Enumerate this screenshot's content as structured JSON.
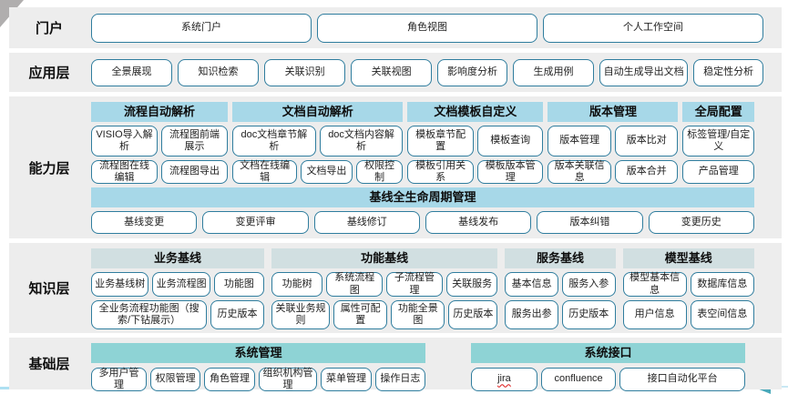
{
  "colors": {
    "band_bg": "#ededed",
    "header_blue": "#a7d8e8",
    "header_pale": "#d1dfe1",
    "header_teal": "#8ed3d5",
    "button_border": "#2f7d9e",
    "arrow": "#4aa9ba"
  },
  "portal": {
    "label": "门户",
    "items": [
      "系统门户",
      "角色视图",
      "个人工作空间"
    ]
  },
  "app": {
    "label": "应用层",
    "items": [
      "全景展现",
      "知识检索",
      "关联识别",
      "关联视图",
      "影响度分析",
      "生成用例",
      "自动生成导出文档",
      "稳定性分析"
    ]
  },
  "capability": {
    "label": "能力层",
    "groups": [
      {
        "title": "流程自动解析",
        "rows": [
          [
            "VISIO导入解析",
            "流程图前端展示"
          ],
          [
            "流程图在线编辑",
            "流程图导出"
          ]
        ]
      },
      {
        "title": "文档自动解析",
        "rows": [
          [
            "doc文档章节解析",
            "doc文档内容解析"
          ],
          [
            "文档在线编辑",
            "文档导出",
            "权限控制"
          ]
        ]
      },
      {
        "title": "文档模板自定义",
        "rows": [
          [
            "模板章节配置",
            "模板查询"
          ],
          [
            "模板引用关系",
            "模板版本管理"
          ]
        ]
      },
      {
        "title": "版本管理",
        "rows": [
          [
            "版本管理",
            "版本比对"
          ],
          [
            "版本关联信息",
            "版本合并"
          ]
        ]
      },
      {
        "title": "全局配置",
        "rows": [
          [
            "标签管理/自定义"
          ],
          [
            "产品管理"
          ]
        ]
      }
    ],
    "baseline": {
      "title": "基线全生命周期管理",
      "items": [
        "基线变更",
        "变更评审",
        "基线修订",
        "基线发布",
        "版本纠错",
        "变更历史"
      ]
    }
  },
  "knowledge": {
    "label": "知识层",
    "groups": [
      {
        "title": "业务基线",
        "rows": [
          [
            "业务基线树",
            "业务流程图",
            "功能图"
          ],
          [
            "全业务流程功能图（搜索/下钻展示）",
            "历史版本"
          ]
        ]
      },
      {
        "title": "功能基线",
        "rows": [
          [
            "功能树",
            "系统流程图",
            "子流程管理",
            "关联服务"
          ],
          [
            "关联业务规则",
            "属性可配置",
            "功能全景图",
            "历史版本"
          ]
        ]
      },
      {
        "title": "服务基线",
        "rows": [
          [
            "基本信息",
            "服务入参"
          ],
          [
            "服务出参",
            "历史版本"
          ]
        ]
      },
      {
        "title": "模型基线",
        "rows": [
          [
            "模型基本信息",
            "数据库信息"
          ],
          [
            "用户信息",
            "表空间信息"
          ]
        ]
      }
    ]
  },
  "base": {
    "label": "基础层",
    "groups": [
      {
        "title": "系统管理",
        "items": [
          "多用户管理",
          "权限管理",
          "角色管理",
          "组织机构管理",
          "菜单管理",
          "操作日志"
        ]
      },
      {
        "title": "系统接口",
        "items": [
          "jira",
          "confluence",
          "接口自动化平台"
        ]
      }
    ]
  }
}
